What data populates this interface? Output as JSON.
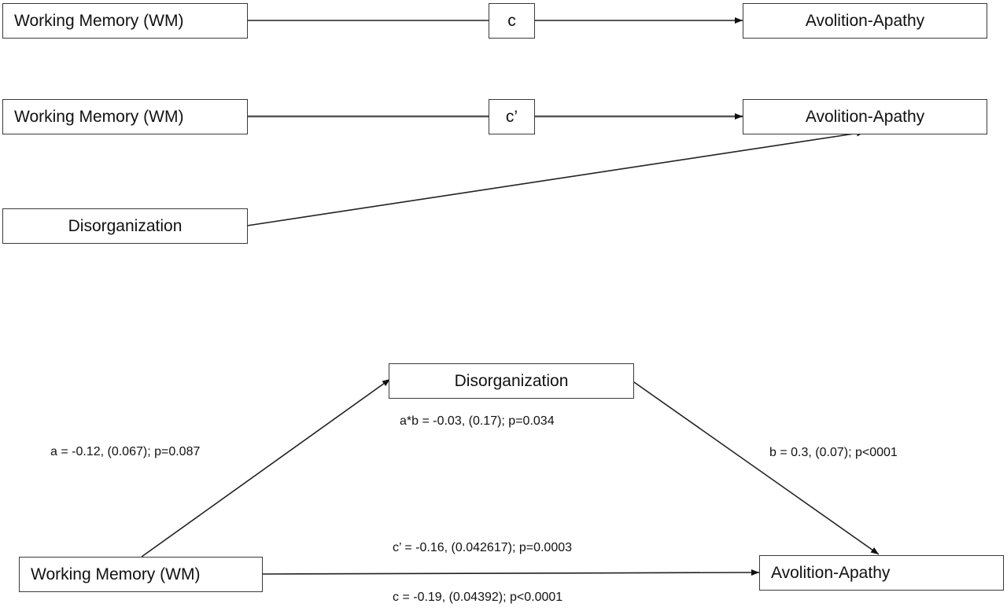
{
  "panel_c": {
    "predictor": "Working Memory (WM)",
    "path_label": "c",
    "outcome": "Avolition-Apathy"
  },
  "panel_c_prime": {
    "predictor": "Working Memory (WM)",
    "path_label": "c’",
    "outcome": "Avolition-Apathy",
    "mediator": "Disorganization"
  },
  "mediation": {
    "mediator": "Disorganization",
    "predictor": "Working Memory (WM)",
    "outcome": "Avolition-Apathy",
    "a_label": "a = -0.12, (0.067); p=0.087",
    "ab_label": "a*b = -0.03, (0.17); p=0.034",
    "b_label": "b = 0.3, (0.07); p<0001",
    "c_prime_label": "c’ = -0.16, (0.042617); p=0.0003",
    "c_label": "c = -0.19, (0.04392); p<0.0001"
  }
}
